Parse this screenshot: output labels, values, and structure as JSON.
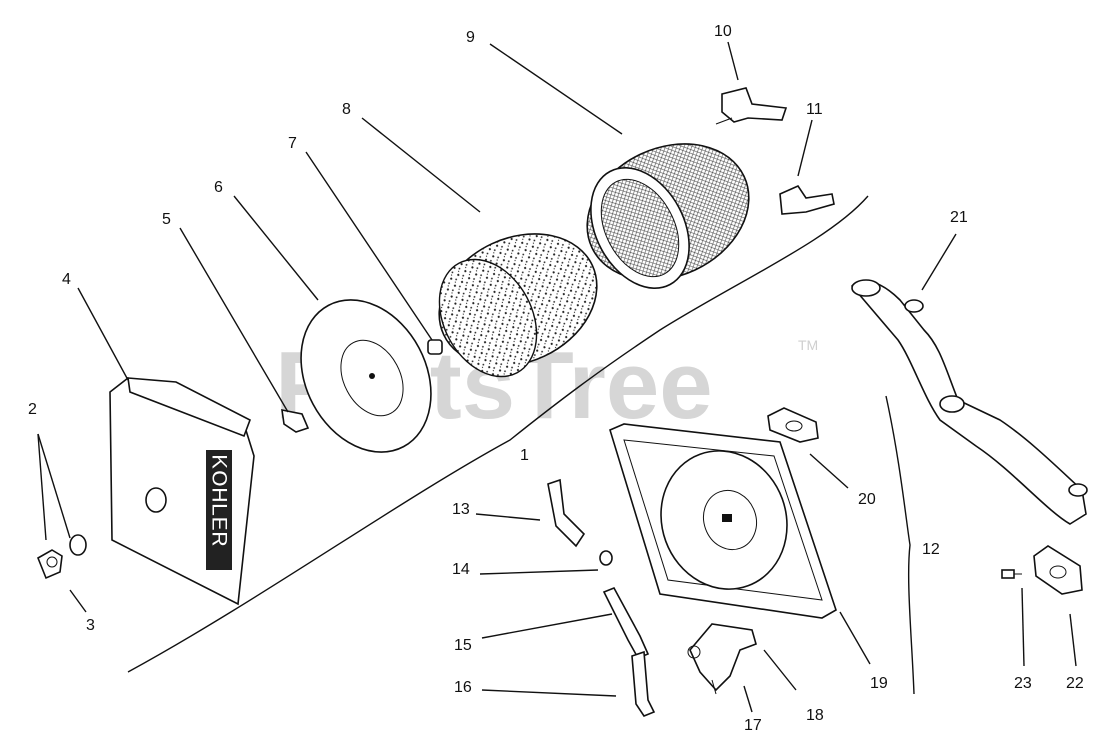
{
  "watermark": {
    "text": "PartsTree",
    "tm": "TM"
  },
  "brand_text": "KOHLER",
  "callouts": [
    {
      "id": "c1",
      "label": "1"
    },
    {
      "id": "c2",
      "label": "2"
    },
    {
      "id": "c3",
      "label": "3"
    },
    {
      "id": "c4",
      "label": "4"
    },
    {
      "id": "c5",
      "label": "5"
    },
    {
      "id": "c6",
      "label": "6"
    },
    {
      "id": "c7",
      "label": "7"
    },
    {
      "id": "c8",
      "label": "8"
    },
    {
      "id": "c9",
      "label": "9"
    },
    {
      "id": "c10",
      "label": "10"
    },
    {
      "id": "c11",
      "label": "11"
    },
    {
      "id": "c12",
      "label": "12"
    },
    {
      "id": "c13",
      "label": "13"
    },
    {
      "id": "c14",
      "label": "14"
    },
    {
      "id": "c15",
      "label": "15"
    },
    {
      "id": "c16",
      "label": "16"
    },
    {
      "id": "c17",
      "label": "17"
    },
    {
      "id": "c18",
      "label": "18"
    },
    {
      "id": "c19",
      "label": "19"
    },
    {
      "id": "c20",
      "label": "20"
    },
    {
      "id": "c21",
      "label": "21"
    },
    {
      "id": "c22",
      "label": "22"
    },
    {
      "id": "c23",
      "label": "23"
    }
  ]
}
